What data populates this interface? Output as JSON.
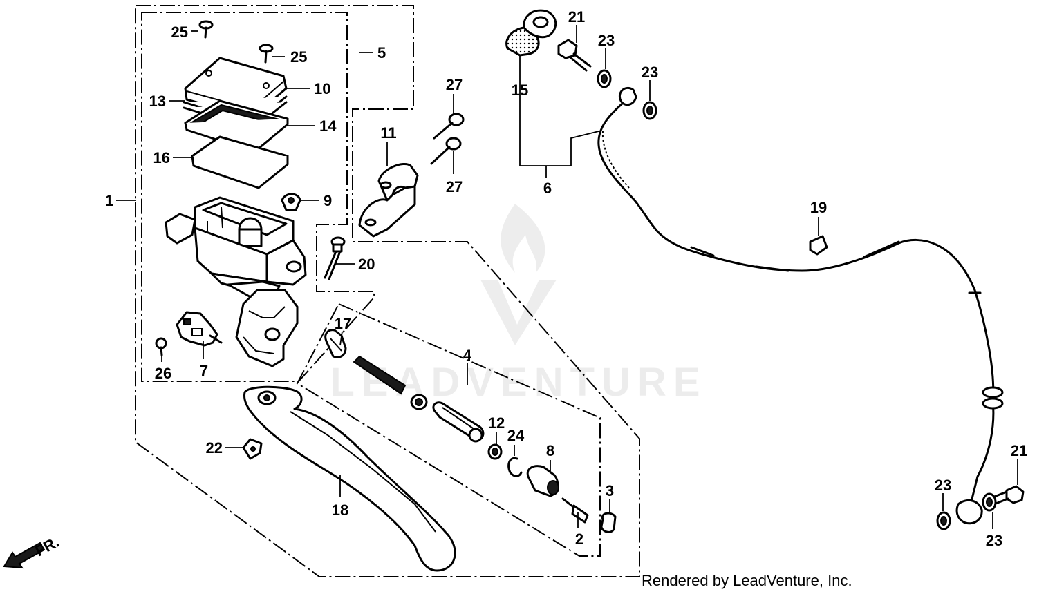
{
  "footer": "Rendered by LeadVenture, Inc.",
  "watermark": "LEADVENTURE",
  "direction_label": "FR.",
  "callouts": {
    "c1": "1",
    "c2": "2",
    "c3": "3",
    "c4": "4",
    "c5": "5",
    "c6": "6",
    "c7": "7",
    "c8": "8",
    "c9": "9",
    "c10": "10",
    "c11": "11",
    "c12": "12",
    "c13": "13",
    "c14": "14",
    "c15": "15",
    "c16": "16",
    "c17": "17",
    "c18": "18",
    "c19": "19",
    "c20": "20",
    "c21a": "21",
    "c21b": "21",
    "c22": "22",
    "c23a": "23",
    "c23b": "23",
    "c23c": "23",
    "c23d": "23",
    "c24": "24",
    "c25a": "25",
    "c25b": "25",
    "c26": "26",
    "c27a": "27",
    "c27b": "27"
  },
  "colors": {
    "line": "#000000",
    "background": "#ffffff"
  },
  "icons": [
    "arrow-icon",
    "flame-logo-icon"
  ]
}
